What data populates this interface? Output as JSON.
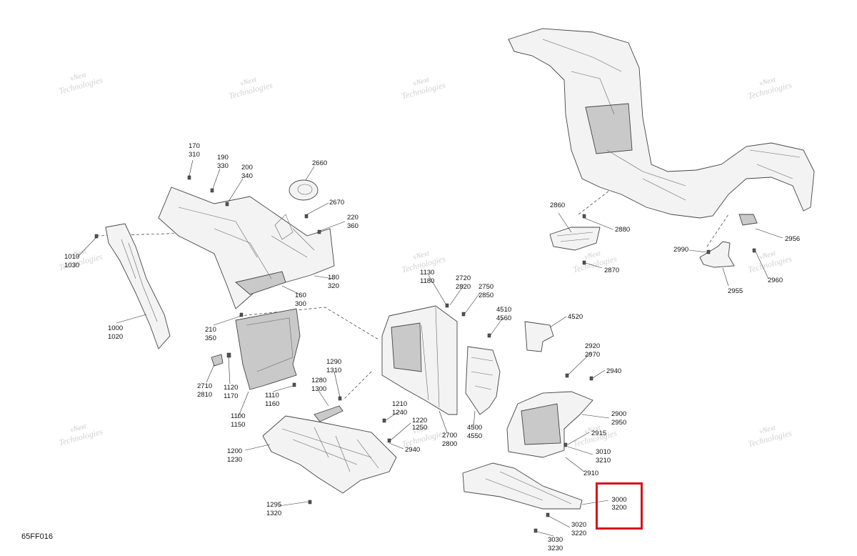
{
  "diagram_code": "65FF016",
  "watermark": [
    "vNext",
    "Technologies"
  ],
  "callouts": {
    "c170": [
      "170",
      "310"
    ],
    "c190": [
      "190",
      "330"
    ],
    "c200": [
      "200",
      "340"
    ],
    "c2660": [
      "2660"
    ],
    "c2670": [
      "2670"
    ],
    "c220": [
      "220",
      "360"
    ],
    "c1010": [
      "1010",
      "1030"
    ],
    "c180": [
      "180",
      "320"
    ],
    "c160": [
      "160",
      "300"
    ],
    "c210": [
      "210",
      "350"
    ],
    "c1000": [
      "1000",
      "1020"
    ],
    "c2710": [
      "2710",
      "2810"
    ],
    "c1120": [
      "1120",
      "1170"
    ],
    "c1110": [
      "1110",
      "1160"
    ],
    "c1290": [
      "1290",
      "1310"
    ],
    "c1280": [
      "1280",
      "1300"
    ],
    "c1100": [
      "1100",
      "1150"
    ],
    "c1200": [
      "1200",
      "1230"
    ],
    "c1295": [
      "1295",
      "1320"
    ],
    "c1130": [
      "1130",
      "1180"
    ],
    "c2720": [
      "2720",
      "2820"
    ],
    "c2750": [
      "2750",
      "2850"
    ],
    "c4510": [
      "4510",
      "4560"
    ],
    "c4520": [
      "4520"
    ],
    "c1210": [
      "1210",
      "1240"
    ],
    "c1220": [
      "1220",
      "1250"
    ],
    "c2940a": [
      "2940"
    ],
    "c2700": [
      "2700",
      "2800"
    ],
    "c4500": [
      "4500",
      "4550"
    ],
    "c2920": [
      "2920",
      "2970"
    ],
    "c2940b": [
      "2940"
    ],
    "c2900": [
      "2900",
      "2950"
    ],
    "c2915": [
      "2915"
    ],
    "c3010": [
      "3010",
      "3210"
    ],
    "c2910": [
      "2910"
    ],
    "c3000": [
      "3000",
      "3200"
    ],
    "c3020": [
      "3020",
      "3220"
    ],
    "c3030": [
      "3030",
      "3230"
    ],
    "c2860": [
      "2860"
    ],
    "c2880": [
      "2880"
    ],
    "c2870": [
      "2870"
    ],
    "c2990": [
      "2990"
    ],
    "c2956": [
      "2956"
    ],
    "c2955": [
      "2955"
    ],
    "c2960": [
      "2960"
    ]
  },
  "highlight_color": "#d4141c"
}
